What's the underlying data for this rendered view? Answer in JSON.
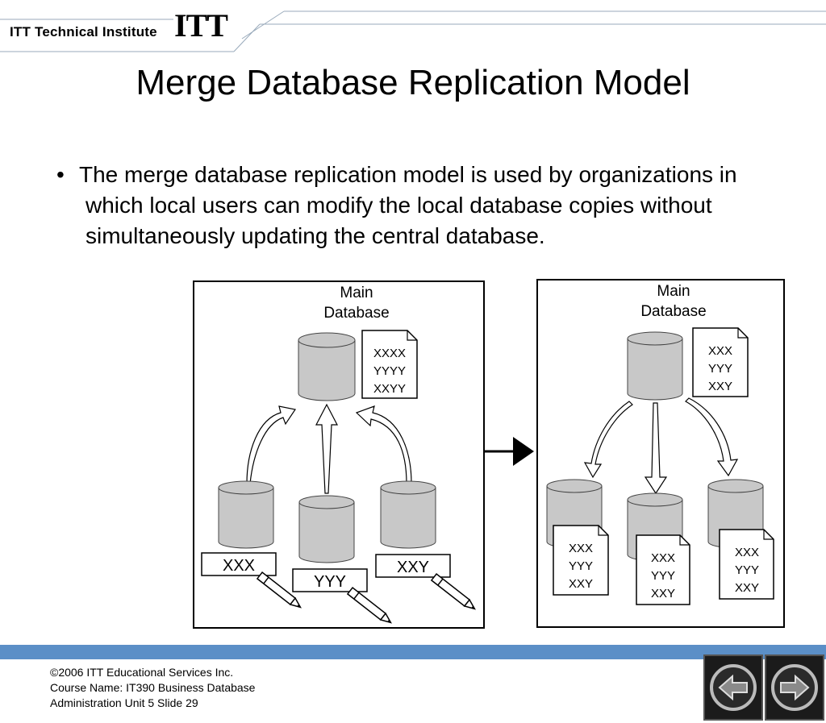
{
  "header": {
    "brand_text": "ITT Technical Institute",
    "logo_text": "ITT"
  },
  "title": "Merge Database Replication Model",
  "bullet": {
    "symbol": "•",
    "text": "The merge database replication model is used by organizations in which local users can modify the local database copies without simultaneously updating the central database."
  },
  "diagram": {
    "left_panel": {
      "main_label_line1": "Main",
      "main_label_line2": "Database",
      "main_doc_lines": [
        "XXXX",
        "YYYY",
        "XXYY"
      ],
      "local_labels": [
        "XXX",
        "YYY",
        "XXY"
      ]
    },
    "right_panel": {
      "main_label_line1": "Main",
      "main_label_line2": "Database",
      "main_doc_lines": [
        "XXX",
        "YYY",
        "XXY"
      ],
      "local_docs": [
        [
          "XXX",
          "YYY",
          "XXY"
        ],
        [
          "XXX",
          "YYY",
          "XXY"
        ],
        [
          "XXX",
          "YYY",
          "XXY"
        ]
      ]
    }
  },
  "footer": {
    "line1": "©2006 ITT Educational Services Inc.",
    "line2": "Course Name: IT390 Business Database",
    "line3": "Administration Unit 5 Slide 29"
  },
  "nav": {
    "prev_icon": "arrow-left-icon",
    "next_icon": "arrow-right-icon"
  },
  "colors": {
    "footer_bar": "#5b8fc7",
    "cylinder_fill": "#c8c8c8"
  }
}
